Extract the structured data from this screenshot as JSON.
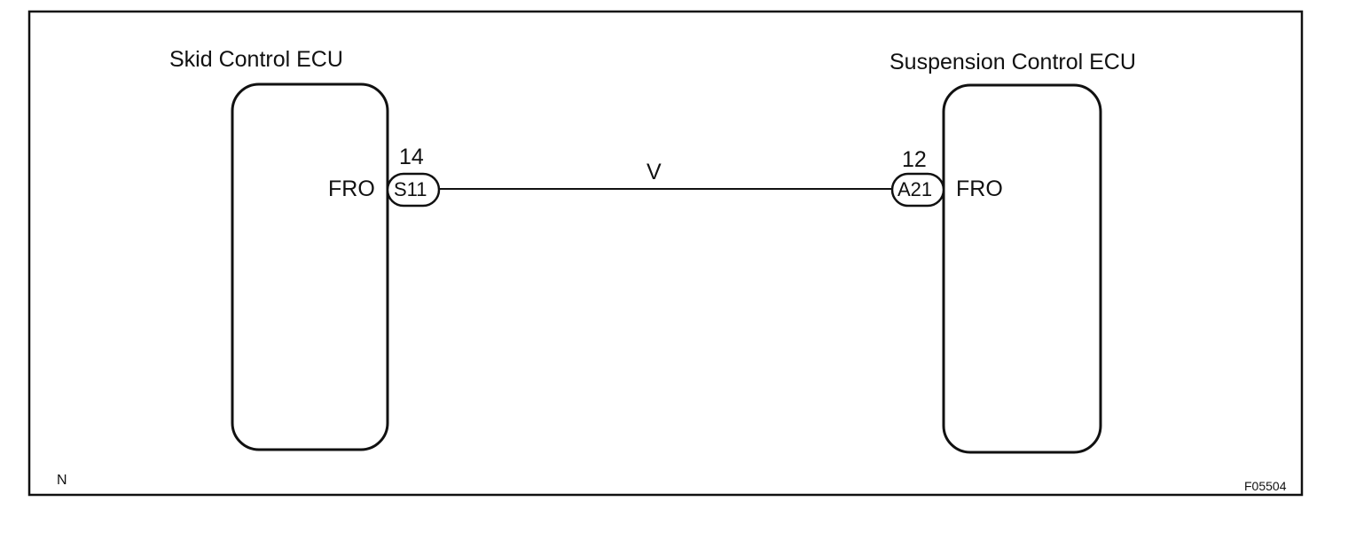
{
  "left_ecu": {
    "title": "Skid Control ECU",
    "terminal": "FRO",
    "connector": "S11",
    "pin": "14"
  },
  "right_ecu": {
    "title": "Suspension Control ECU",
    "terminal": "FRO",
    "connector": "A21",
    "pin": "12"
  },
  "wire": {
    "color_code": "V"
  },
  "corner_label": "N",
  "figure_code": "F05504"
}
